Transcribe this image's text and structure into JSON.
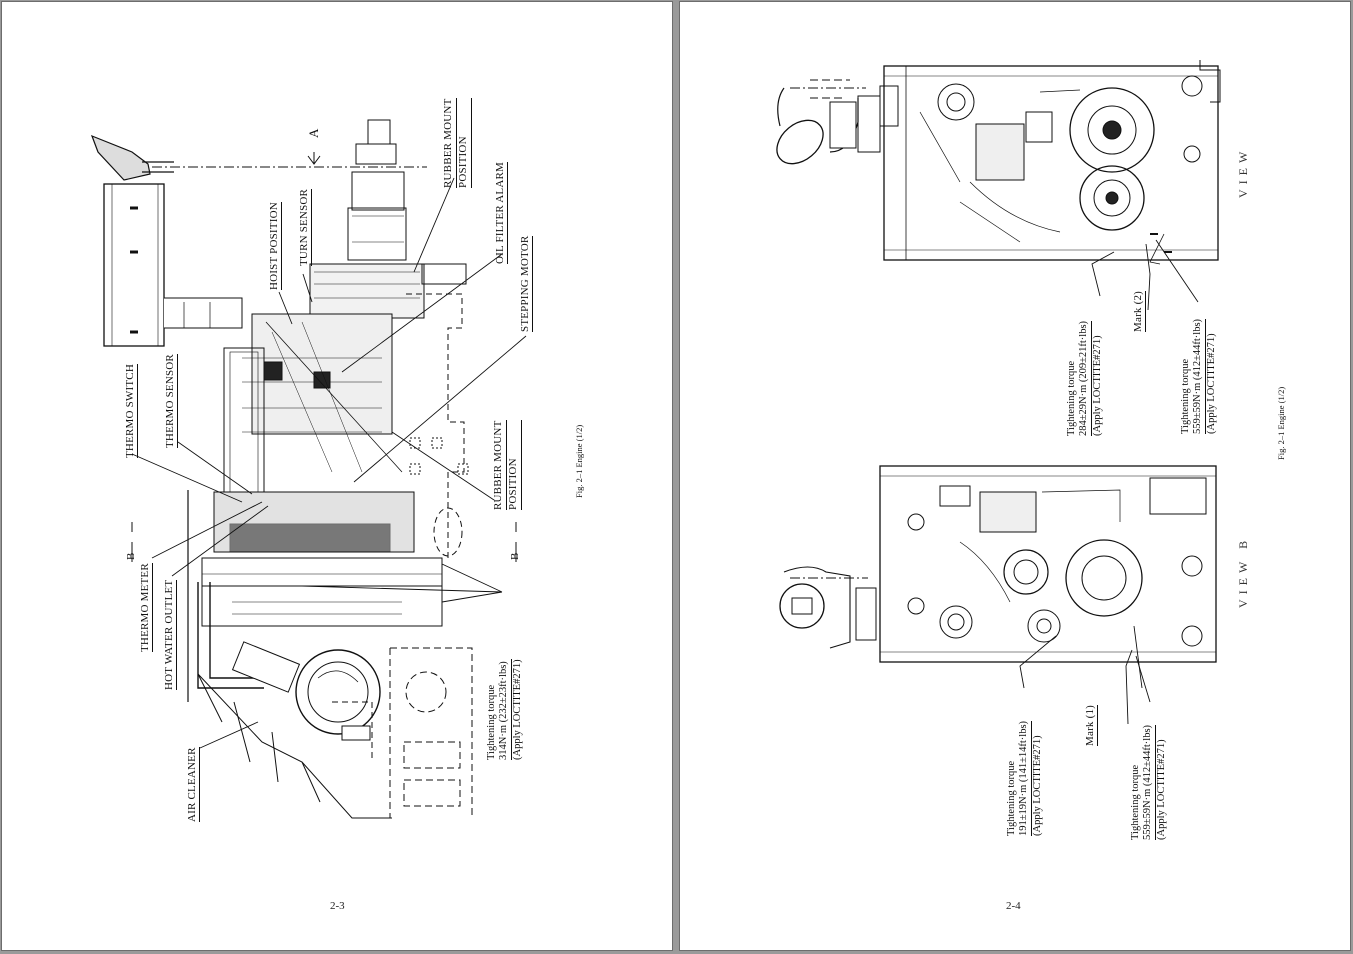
{
  "left_page": {
    "page_number": "2-3",
    "figure_caption": "Fig. 2–1 Engine (1/2)",
    "section_marker_a": "A",
    "section_marker_b": "B",
    "labels": {
      "rubber_mount_top_1": "RUBBER MOUNT",
      "rubber_mount_top_2": "POSITION",
      "turn_sensor": "TURN SENSOR",
      "hoist_position": "HOIST POSITION",
      "oil_filter_alarm": "OIL FILTER ALARM",
      "stepping_motor": "STEPPING MOTOR",
      "thermo_switch": "THERMO SWITCH",
      "thermo_sensor": "THERMO SENSOR",
      "rubber_mount_bottom_1": "RUBBER MOUNT",
      "rubber_mount_bottom_2": "POSITION",
      "thermo_meter": "THERMO METER",
      "hot_water_outlet": "HOT WATER OUTLET",
      "air_cleaner": "AIR CLEANER"
    },
    "torque_note": {
      "line1": "Tightening torque",
      "line2": "314N·m (232±23ft·lbs)",
      "line3": "(Apply LOCTITE#271)"
    }
  },
  "right_page": {
    "page_number": "2-4",
    "figure_caption": "Fig. 2–1 Engine (1/2)",
    "view_top": "VIEW",
    "view_bottom": "VIEW B",
    "mark_2": "Mark (2)",
    "mark_1": "Mark (1)",
    "torque_top_left": {
      "line1": "Tightening torque",
      "line2": "284±29N·m (209±21ft·lbs)",
      "line3": "(Apply LOCTITE#271)"
    },
    "torque_top_right": {
      "line1": "Tightening torque",
      "line2": "559±59N·m (412±44ft·lbs)",
      "line3": "(Apply LOCTITE#271)"
    },
    "torque_bottom_left": {
      "line1": "Tightening torque",
      "line2": "191±19N·m (141±14ft·lbs)",
      "line3": "(Apply LOCTITE#271)"
    },
    "torque_bottom_right": {
      "line1": "Tightening torque",
      "line2": "559±59N·m (412±44ft·lbs)",
      "line3": "(Apply LOCTITE#271)"
    }
  }
}
